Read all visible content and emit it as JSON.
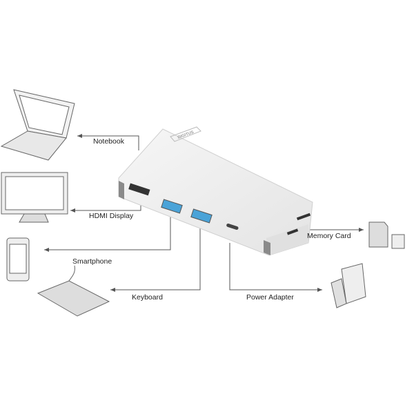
{
  "hub": {
    "brand": "DIGITUS"
  },
  "labels": {
    "notebook": "Notebook",
    "hdmi_display": "HDMI Display",
    "smartphone": "Smartphone",
    "keyboard": "Keyboard",
    "power_adapter": "Power Adapter",
    "memory_card": "Memory Card"
  },
  "colors": {
    "line": "#555555",
    "hub_body": "#eeeeee",
    "hub_edge": "#8a8a8a",
    "usb_blue": "#4aa3d8"
  }
}
